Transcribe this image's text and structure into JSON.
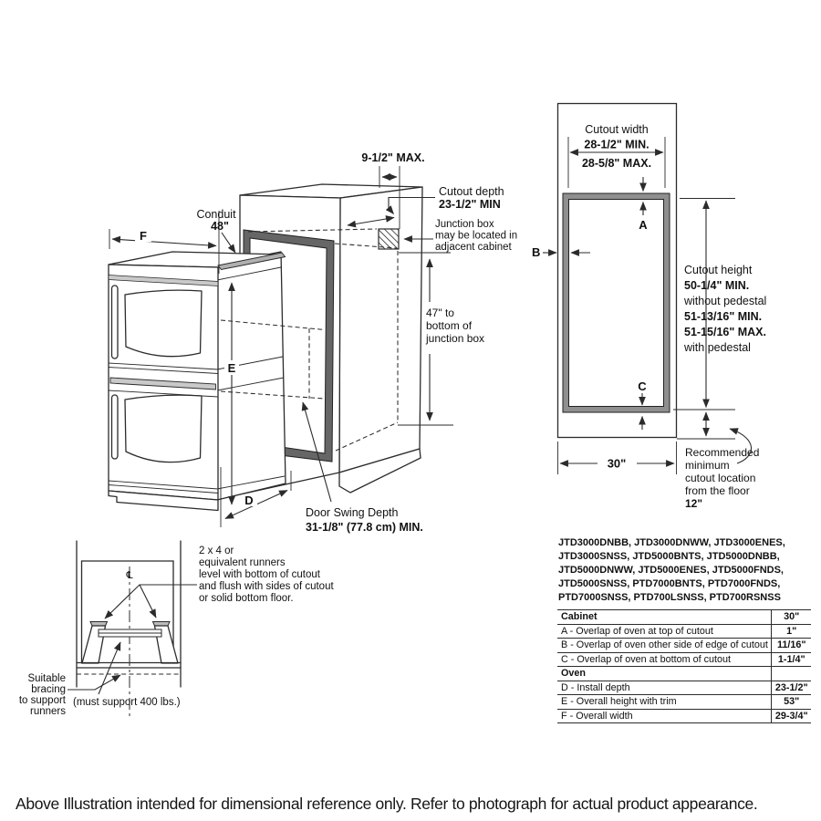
{
  "iso": {
    "f": "F",
    "e": "E",
    "d": "D",
    "max_gap": "9-1/2\" MAX.",
    "cutout_depth_label": "Cutout depth",
    "cutout_depth_value": "23-1/2\" MIN",
    "junction_box": [
      "Junction box",
      "may be located in",
      "adjacent cabinet"
    ],
    "conduit_label": "Conduit",
    "conduit_value": "48\"",
    "n47": "47\"",
    "n47_rest": " to",
    "n47_l2": "bottom of",
    "n47_l3": "junction box",
    "door_swing_label": "Door Swing Depth",
    "door_swing_value": "31-1/8\" (77.8 cm) MIN."
  },
  "front": {
    "cutout_width_label": "Cutout width",
    "cutout_width_min": "28-1/2\" MIN.",
    "cutout_width_max": "28-5/8\" MAX.",
    "a": "A",
    "b": "B",
    "c": "C",
    "cutout_height": [
      "Cutout height",
      "50-1/4\" MIN.",
      "without pedestal",
      "51-13/16\" MIN.",
      "51-15/16\" MAX.",
      "with pedestal"
    ],
    "cabinet_width": "30\"",
    "floor_note": [
      "Recommended",
      "minimum",
      "cutout location",
      "from the floor",
      "12\""
    ]
  },
  "runners": {
    "note": [
      "2 x 4 or",
      "equivalent runners",
      "level with bottom of cutout",
      "and flush with sides of cutout",
      "or solid bottom floor."
    ],
    "bracing": [
      "Suitable",
      "bracing",
      "to support",
      "runners"
    ],
    "must_support": "(must support 400 lbs.)",
    "centerline_symbol": "℄"
  },
  "models": {
    "lines": [
      "JTD3000DNBB, JTD3000DNWW, JTD3000ENES,",
      "JTD3000SNSS, JTD5000BNTS, JTD5000DNBB,",
      "JTD5000DNWW, JTD5000ENES, JTD5000FNDS,",
      "JTD5000SNSS, PTD7000BNTS, PTD7000FNDS,",
      "PTD7000SNSS, PTD700LSNSS, PTD700RSNSS"
    ]
  },
  "spec_table": {
    "rows": [
      {
        "label": "Cabinet",
        "value": "30\""
      },
      {
        "label": "A - Overlap of oven at top of cutout",
        "value": "1\""
      },
      {
        "label": "B - Overlap of oven other side of edge of cutout",
        "value": "11/16\""
      },
      {
        "label": "C - Overlap of oven at bottom of cutout",
        "value": "1-1/4\""
      },
      {
        "label": "Oven",
        "value": ""
      },
      {
        "label": "D - Install depth",
        "value": "23-1/2\""
      },
      {
        "label": "E - Overall height with trim",
        "value": "53\""
      },
      {
        "label": "F - Overall width",
        "value": "29-3/4\""
      }
    ]
  },
  "footer": {
    "disclaimer": "Above Illustration intended for dimensional reference only. Refer to photograph for actual product appearance."
  },
  "colors": {
    "line": "#2b2b2b",
    "frame_dark": "#666666",
    "frame_gray": "#8f8f8f",
    "band_gray": "#c9c9c9"
  }
}
